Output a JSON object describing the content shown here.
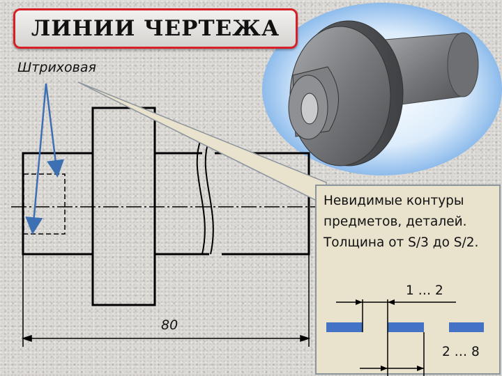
{
  "slide": {
    "title": "ЛИНИИ ЧЕРТЕЖА",
    "line_type": "Штриховая"
  },
  "drawing": {
    "dimension_label": "80"
  },
  "info": {
    "description": "Невидимые контуры предметов, деталей. Толщина  от S/3 до S/2.",
    "dash_gap_label": "1 … 2",
    "dash_length_label": "2 … 8"
  },
  "colors": {
    "title_border": "#d61f26",
    "arrow": "#3d6fb3",
    "dash_sample": "#4472c4",
    "callout_fill": "#e9e2cd",
    "part_render": "#7b7d80"
  }
}
